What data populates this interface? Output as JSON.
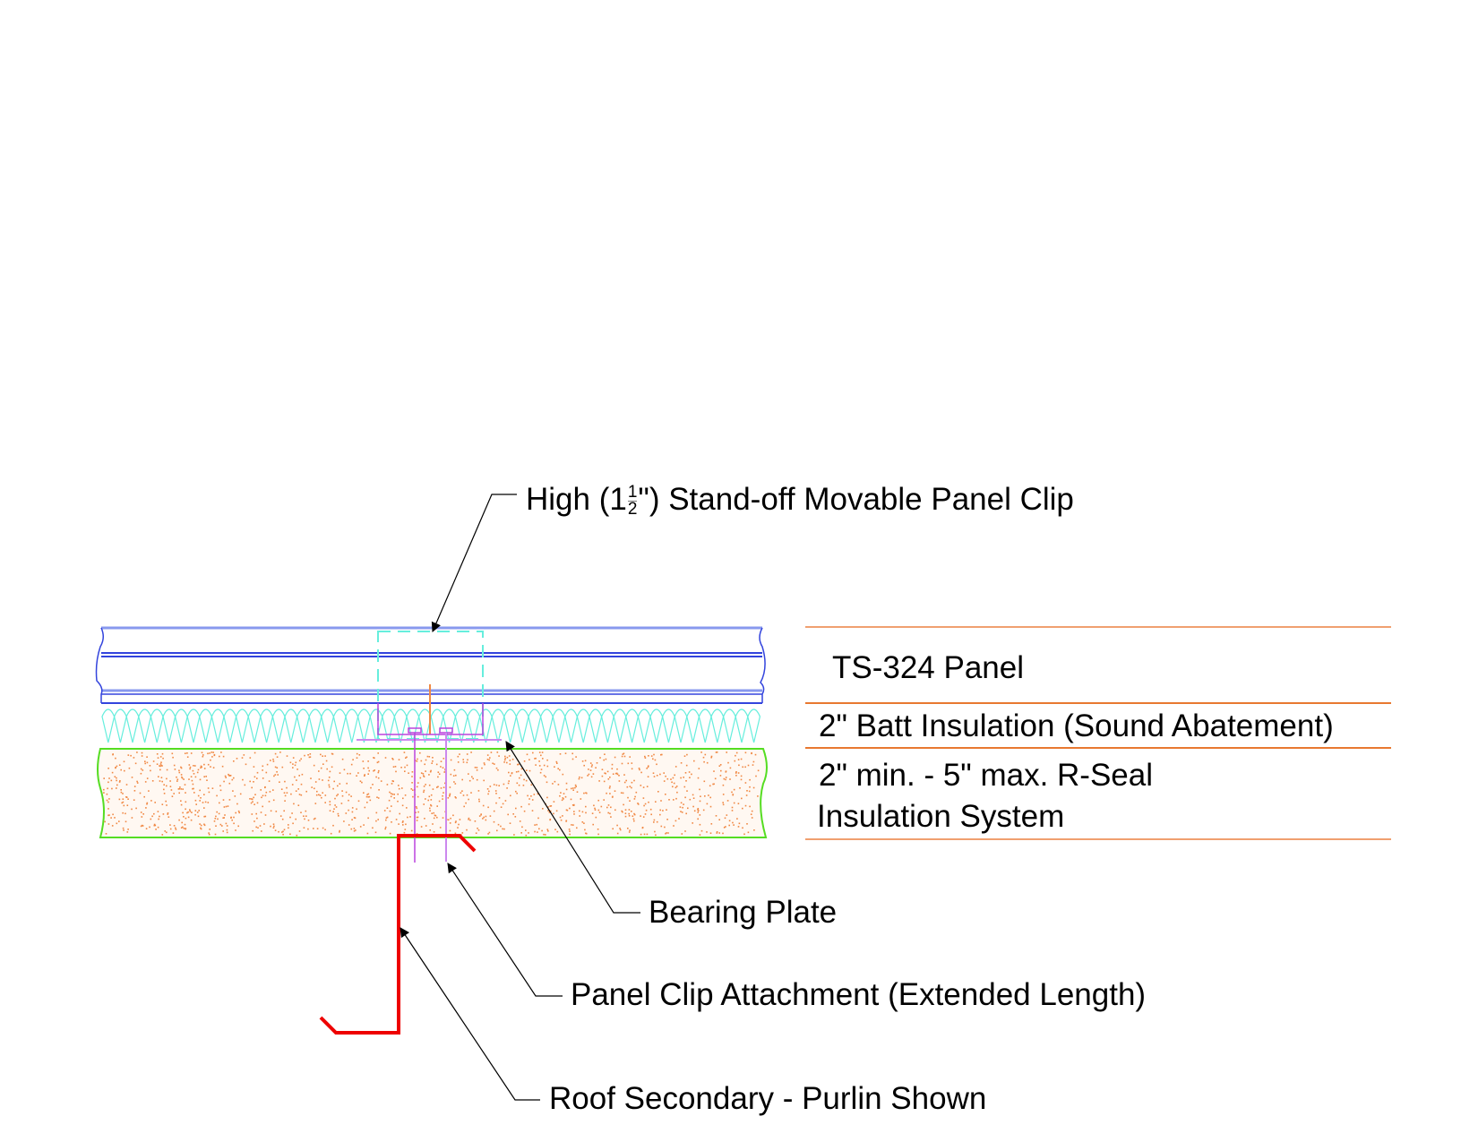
{
  "drawing": {
    "title": "Roof assembly detail",
    "colors": {
      "panel": "#3344dd",
      "panel_light": "#8899ee",
      "batt": "#66eedd",
      "rseal_edge": "#55dd22",
      "rseal_dots": "#f08844",
      "purlin": "#ee0000",
      "clip": "#bb44dd",
      "clip_outline": "#66eedd",
      "divider": "#f0a070",
      "leader": "#000000"
    }
  },
  "callouts": {
    "clip": {
      "prefix": "High (1",
      "frac_num": "1",
      "frac_den": "2",
      "suffix": "\") Stand-off Movable Panel Clip"
    },
    "bearing_plate": "Bearing Plate",
    "clip_attachment": "Panel Clip Attachment (Extended Length)",
    "purlin": "Roof Secondary - Purlin Shown"
  },
  "layers": [
    {
      "label": "TS-324 Panel"
    },
    {
      "label": "2\" Batt Insulation (Sound Abatement)"
    },
    {
      "label_line1": "2\" min. - 5\" max.  R-Seal",
      "label_line2": "Insulation System"
    }
  ]
}
